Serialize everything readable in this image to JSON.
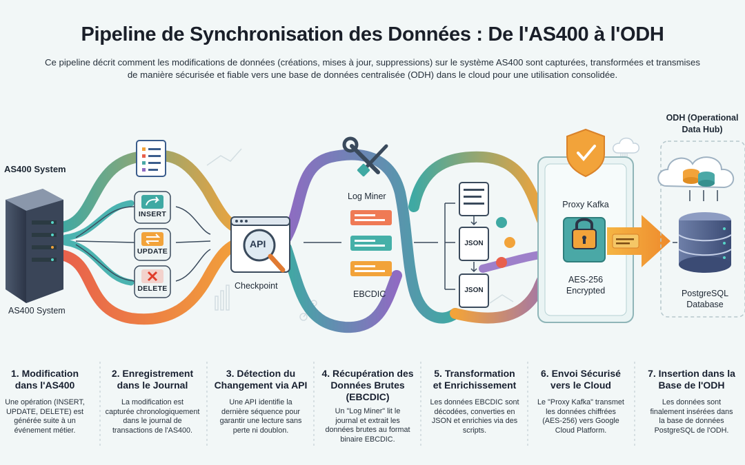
{
  "header": {
    "title": "Pipeline de Synchronisation des Données : De l'AS400 à l'ODH",
    "subtitle": "Ce pipeline décrit comment les modifications de données (créations, mises à jour, suppressions) sur le système AS400 sont capturées, transformées et transmises de manière sécurisée et fiable vers une base de données centralisée (ODH) dans le cloud pour une utilisation consolidée."
  },
  "diagram": {
    "as400_top_label": "AS400 System",
    "as400_bottom_label": "AS400 System",
    "operations": [
      "INSERT",
      "UPDATE",
      "DELETE"
    ],
    "api_label": "API",
    "checkpoint_label": "Checkpoint",
    "log_miner_label": "Log Miner",
    "ebcdic_label": "EBCDIC",
    "json_labels": [
      "JSON",
      "JSON"
    ],
    "proxy_label": "Proxy Kafka",
    "encryption_label": "AES-256\nEncrypted",
    "odh_label": "ODH (Operational\nData Hub)",
    "database_label": "PostgreSQL\nDatabase"
  },
  "steps": [
    {
      "title": "1. Modification\ndans l'AS400",
      "desc": "Une opération (INSERT,\nUPDATE, DELETE) est\ngénérée suite à un\névénement métier."
    },
    {
      "title": "2. Enregistrement\ndans le Journal",
      "desc": "La modification est\ncapturée chronologiquement\ndans le journal de\ntransactions de l'AS400."
    },
    {
      "title": "3. Détection du\nChangement via API",
      "desc": "Une API identifie la\ndernière séquence pour\ngarantir une lecture sans\nperte ni doublon."
    },
    {
      "title": "4. Récupération des\nDonnées Brutes\n(EBCDIC)",
      "desc": "Un \"Log Miner\" lit le\njournal et extrait les\ndonnées brutes au format\nbinaire EBCDIC."
    },
    {
      "title": "5. Transformation\net Enrichissement",
      "desc": "Les données EBCDIC sont\ndécodées, converties en\nJSON et enrichies via des\nscripts."
    },
    {
      "title": "6. Envoi Sécurisé\nvers le Cloud",
      "desc": "Le \"Proxy Kafka\" transmet\nles données chiffrées\n(AES-256) vers Google\nCloud Platform."
    },
    {
      "title": "7. Insertion dans la\nBase de l'ODH",
      "desc": "Les données sont\nfinalement insérées dans\nla base de données\nPostgreSQL de l'ODH."
    }
  ],
  "colors": {
    "teal": "#4aa8a6",
    "orange": "#f2a33a",
    "purple": "#8f6bc2",
    "red": "#e8604c",
    "accent_blue": "#3a5c8c"
  }
}
